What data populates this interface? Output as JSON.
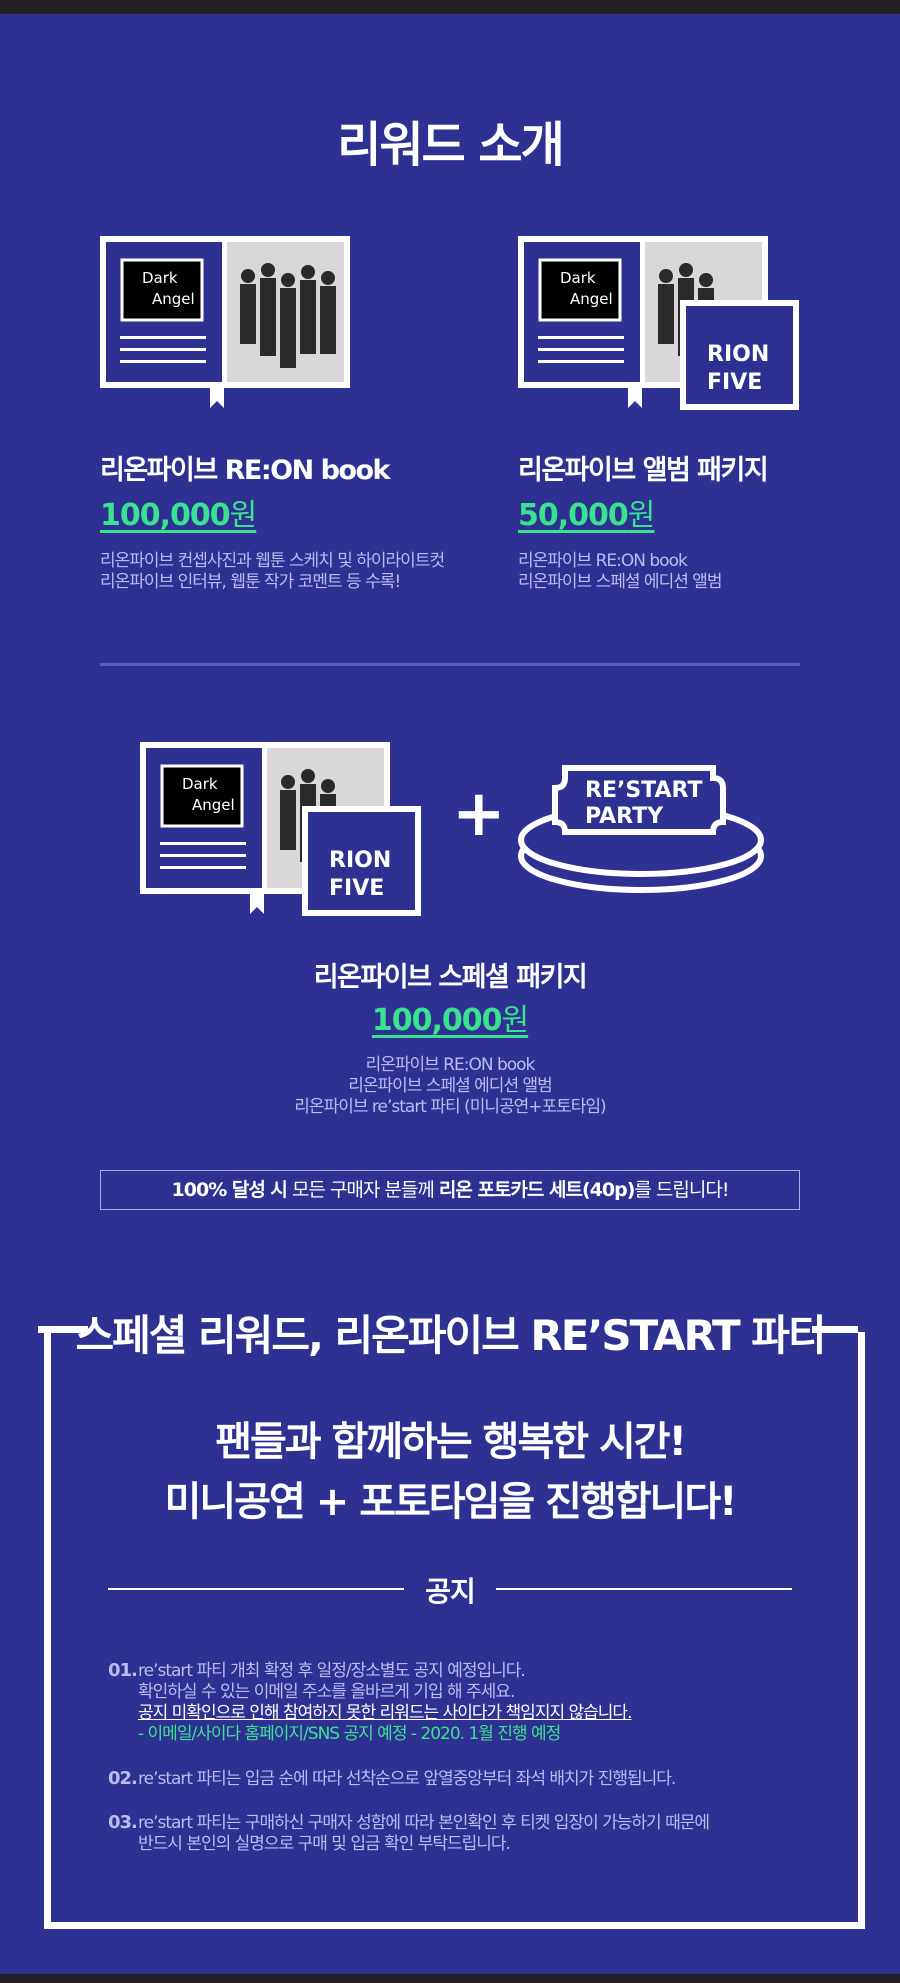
{
  "title": "리워드 소개",
  "reward1": {
    "name": "리온파이브 RE:ON book",
    "price_num": "100,000",
    "price_unit": "원",
    "desc1": "리온파이브 컨셉사진과 웹툰 스케치 및 하이라이트컷",
    "desc2": "리온파이브 인터뷰, 웹툰 작가 코멘트 등 수록!"
  },
  "reward2": {
    "name": "리온파이브 앨범 패키지",
    "price_num": "50,000",
    "price_unit": "원",
    "desc1": "리온파이브 RE:ON book",
    "desc2": "리온파이브 스페셜 에디션 앨범"
  },
  "reward3": {
    "name": "리온파이브 스페셜 패키지",
    "price_num": "100,000",
    "price_unit": "원",
    "desc1": "리온파이브 RE:ON book",
    "desc2": "리온파이브 스페셜 에디션 앨범",
    "desc3": "리온파이브 re’start 파티 (미니공연+포토타임)"
  },
  "book_cover": {
    "line1": "Dark",
    "line2": "Angel"
  },
  "album_label": {
    "line1": "RION",
    "line2": "FIVE"
  },
  "party_ticket": {
    "line1": "RE’START",
    "line2": "PARTY"
  },
  "plus_sign": "+",
  "bonus": {
    "part1": "100% 달성 시",
    "part2": " 모든 구매자 분들께 ",
    "part3": "리온 포토카드 세트(40p)",
    "part4": "를 드립니다!"
  },
  "special": {
    "title": "스페셜 리워드, 리온파이브 RE’START 파티",
    "headline1": "팬들과 함께하는 행복한 시간!",
    "headline2": "미니공연 + 포토타임을 진행합니다!",
    "notice_label": "공지",
    "n1_num": "01.",
    "n1_l1": "re’start 파티 개최 확정 후 일정/장소별도 공지 예정입니다.",
    "n1_l2": "확인하실 수 있는 이메일 주소를 올바르게 기입 해 주세요.",
    "n1_l3": "공지 미확인으로 인해 참여하지 못한 리워드는 사이다가 책임지지 않습니다.",
    "n1_l4": "- 이메일/사이다 홈페이지/SNS 공지 예정  - 2020. 1월 진행 예정",
    "n2_num": "02.",
    "n2_l1": "re’start 파티는 입금 순에 따라 선착순으로 앞열중앙부터 좌석 배치가 진행됩니다.",
    "n3_num": "03.",
    "n3_l1": "re’start 파티는 구매하신 구매자 성함에 따라 본인확인 후 티켓 입장이 가능하기 때문에",
    "n3_l2": "반드시 본인의 실명으로 구매 및 입금 확인 부탁드립니다."
  }
}
